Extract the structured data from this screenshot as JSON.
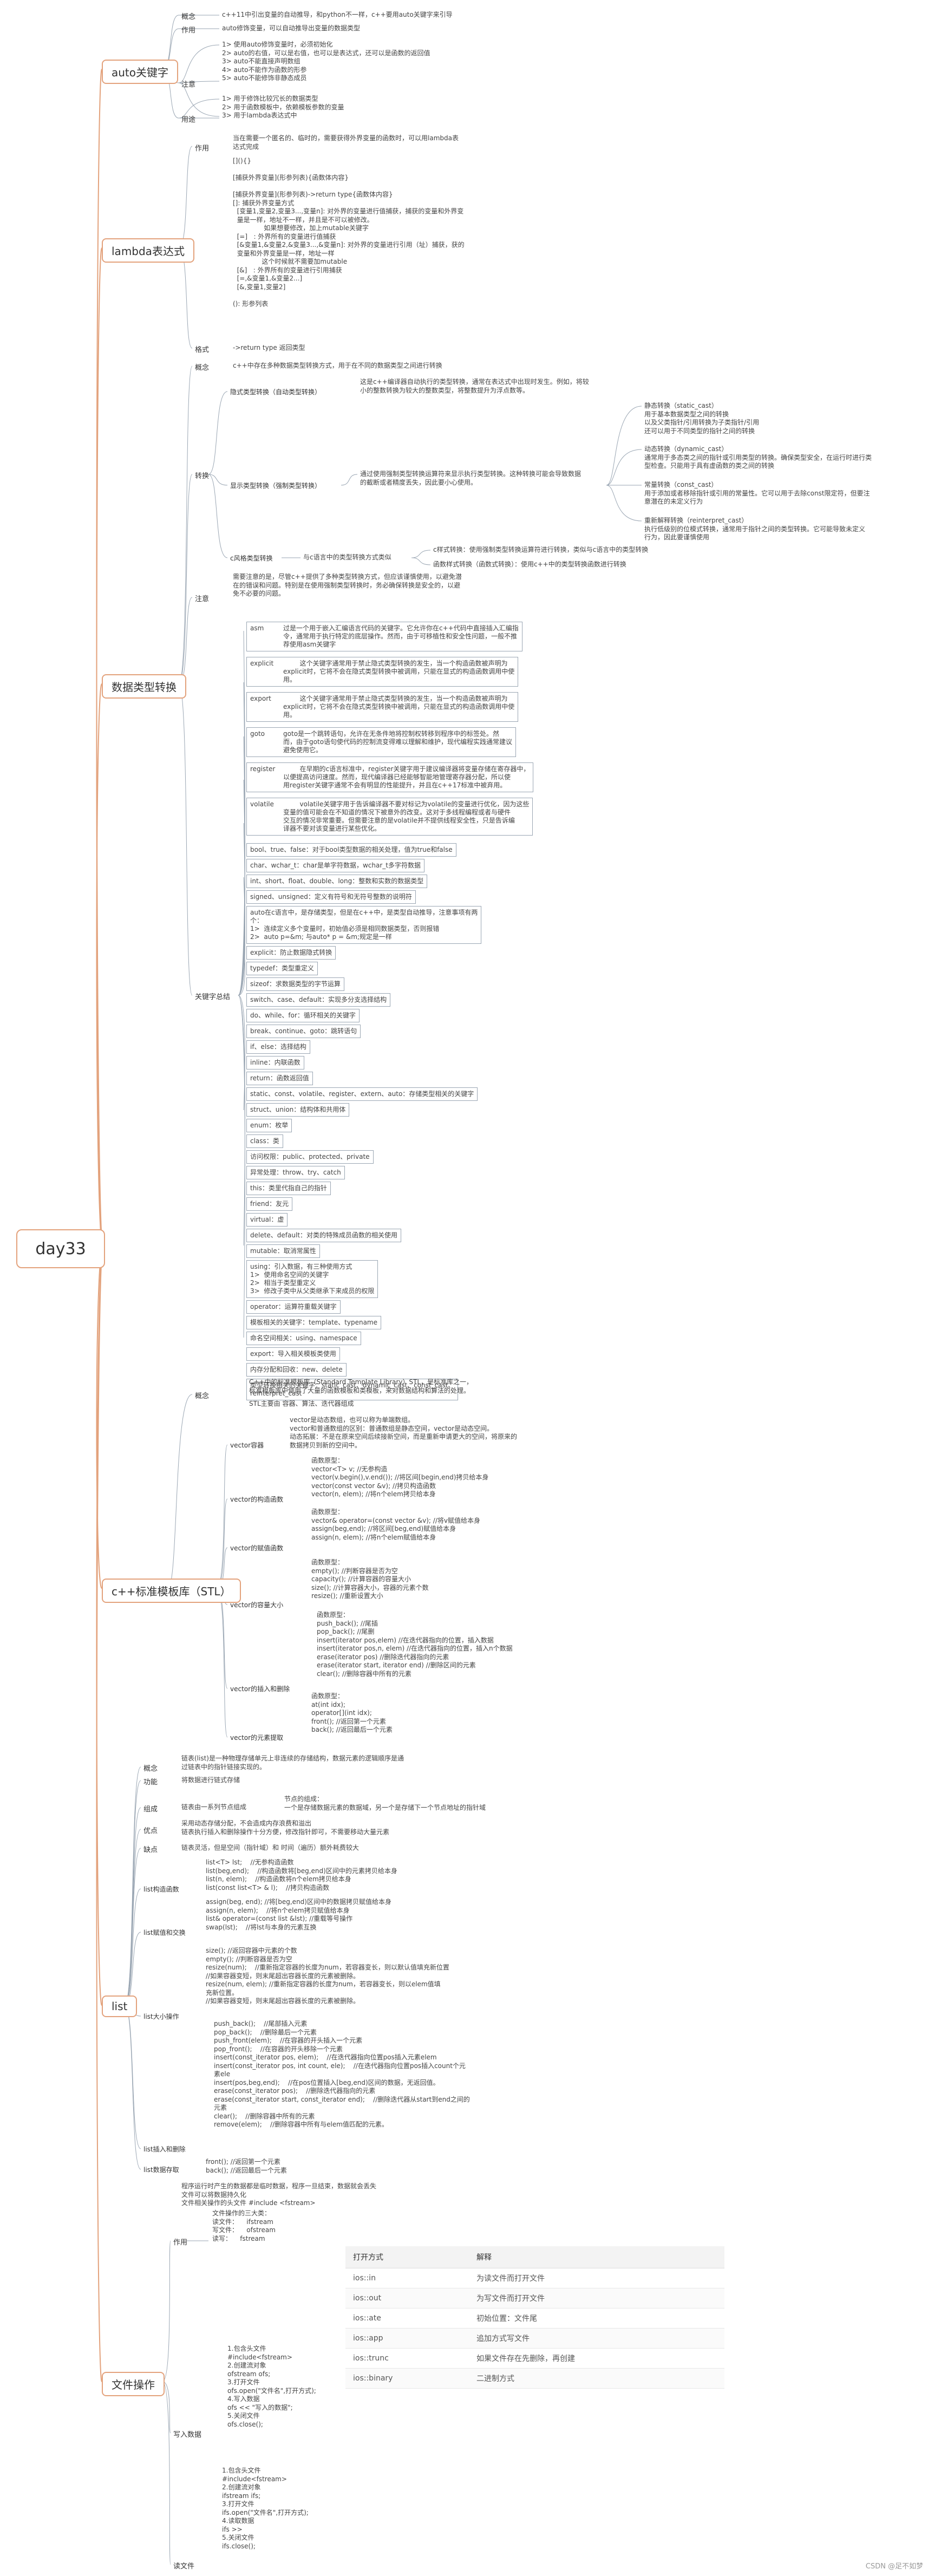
{
  "root": "day33",
  "topics": {
    "auto": "auto关键字",
    "lambda": "lambda表达式",
    "cast": "数据类型转换",
    "stl": "c++标准模板库（STL）",
    "list": "list",
    "file": "文件操作"
  },
  "auto": {
    "concept_label": "概念",
    "concept": "c++11中引出变量的自动推导，和python不一样，c++要用auto关键字来引导",
    "use_label": "作用",
    "use": "auto修饰变量，可以自动推导出变量的数据类型",
    "note_label": "注意",
    "note": "1> 使用auto修饰变量时，必须初始化\n2> auto的右值，可以是右值，也可以是表达式，还可以是函数的返回值\n3> auto不能直接声明数组\n4> auto不能作为函数的形参\n5> auto不能修饰非静态成员",
    "usage_label": "用途",
    "usage": "1> 用于修饰比较冗长的数据类型\n2> 用于函数模板中，依赖模板参数的变量\n3> 用于lambda表达式中"
  },
  "lambda": {
    "use_label": "作用",
    "use": "当在需要一个匿名的、临时的，需要获得外界变量的函数时，可以用lambda表\n达式完成",
    "syntax": "[](){}\n\n[捕获外界变量](形参列表){函数体内容}\n\n[捕获外界变量](形参列表)->return type{函数体内容}\n[]: 捕获外界变量方式\n  [变量1,变量2,变量3...,变量n]: 对外界的变量进行值捕获，捕获的变量和外界变\n  量是一样，地址不一样，并且是不可以被修改。\n               如果想要修改，加上mutable关键字\n  [=]   : 外界所有的变量进行值捕获\n  [&变量1,&变量2,&变量3...,&变量n]: 对外界的变量进行引用（址）捕获，获的\n  变量和外界变量是一样，地址一样\n              这个时候就不需要加mutable\n  [&]   : 外界所有的变量进行引用捕获\n  [=,&变量1,&变量2...]\n  [&,变量1,变量2]\n\n(): 形参列表",
    "format_label": "格式",
    "format": "->return type 返回类型"
  },
  "cast": {
    "concept_label": "概念",
    "concept": "c++中存在多种数据类型转换方式，用于在不同的数据类型之间进行转换",
    "convert_label": "转换",
    "implicit_label": "隐式类型转换（自动类型转换）",
    "implicit": "这是c++编译器自动执行的类型转换，通常在表达式中出现时发生。例如，将较\n小的整数转换为较大的整数类型，将整数提升为浮点数等。",
    "explicit_label": "显示类型转换（强制类型转换）",
    "explicit": "通过使用强制类型转换运算符来显示执行类型转换。这种转换可能会导致数据\n的截断或者精度丢失，因此要小心使用。",
    "static_cast": "静态转换（static_cast）\n用于基本数据类型之间的转换\n以及父类指针/引用转换为子类指针/引用\n还可以用于不同类型的指针之间的转换",
    "dynamic_cast": "动态转换（dynamic_cast）\n通常用于多态类之间的指针或引用类型的转换。确保类型安全，在运行时进行类\n型检查。只能用于具有虚函数的类之间的转换",
    "const_cast": "常量转换（const_cast）\n用于添加或者移除指针或引用的常量性。它可以用于去除const限定符，但要注\n意潜在的未定义行为",
    "reinterpret_cast": "重新解释转换（reinterpret_cast）\n执行低级别的位模式转换，通常用于指针之间的类型转换。它可能导致未定义\n行为，因此要谨慎使用",
    "cstyle_label": "c风格类型转换",
    "cstyle": "与c语言中的类型转换方式类似",
    "cstyle_a": "c样式转换：使用强制类型转换运算符进行转换，类似与c语言中的类型转换",
    "cstyle_b": "函数样式转换（函数式转换）：使用c++中的类型转换函数进行转换",
    "note_label": "注意",
    "note": "需要注意的是，尽管c++提供了多种类型转换方式，但应该谨慎使用，以避免潜\n在的错误和问题。特别是在使用强制类型转换时，务必确保转换是安全的，以避\n免不必要的问题。",
    "kw_label": "关键字总结",
    "kw_blocks": [
      "asm\t\t过是一个用于嵌入汇编语言代码的关键字。它允许你在c++代码中直接插入汇编指\n\t\t令，通常用于执行特定的底层操作。然而，由于可移植性和安全性问题，一般不推\n\t\t荐使用asm关键字",
      "explicit\t\t这个关键字通常用于禁止隐式类型转换的发生，当一个构造函数被声明为\n\t\texplicit时，它将不会在隐式类型转换中被调用，只能在显式的构造函数调用中使\n\t\t用。",
      "export\t\t这个关键字通常用于禁止隐式类型转换的发生，当一个构造函数被声明为\n\t\texplicit时，它将不会在隐式类型转换中被调用，只能在显式的构造函数调用中使\n\t\t用。",
      "goto\t\tgoto是一个跳转语句，允许在无条件地将控制权转移到程序中的标签处。然\n\t\t而，由于goto语句使代码的控制流变得难以理解和维护，现代编程实践通常建议\n\t\t避免使用它。",
      "register\t\t在早期的c语言标准中，register关键字用于建议编译器将变量存储在寄存器中，\n\t\t以便提高访问速度。然而，现代编译器已经能够智能地管理寄存器分配，所以使\n\t\t用register关键字通常不会有明显的性能提升，并且在c++17标准中被弃用。",
      "volatile\t\tvolatile关键字用于告诉编译器不要对标记为volatile的变量进行优化，因为这些\n\t\t变量的值可能会在不知道的情况下被意外的改变。这对于多线程编程或者与硬件\n\t\t交互的情况非常重要。但需要注意的是volatile并不提供线程安全性，只是告诉编\n\t\t译器不要对该变量进行某些优化。"
    ],
    "kw_lines": [
      "bool、true、false：对于bool类型数据的相关处理，值为true和false",
      "char、wchar_t：char是单字符数据，wchar_t多字符数据",
      "int、short、float、double、long：整数和实数的数据类型",
      "signed、unsigned：定义有符号和无符号整数的说明符",
      "auto在c语言中，是存储类型，但是在c++中，是类型自动推导，注意事项有两\n个：\n1>  连续定义多个变量时，初始值必须是相同数据类型，否则报错\n2>  auto p=&m; 与auto* p = &m;规定是一样",
      "explicit：防止数据隐式转换",
      "typedef：类型重定义",
      "sizeof：求数据类型的字节运算",
      "switch、case、default：实现多分支选择结构",
      "do、while、for：循环相关的关键字",
      "break、continue、goto：跳转语句",
      "if、else：选择结构",
      "inline：内联函数",
      "return：函数返回值",
      "static、const、volatile、register、extern、auto：存储类型相关的关键字",
      "struct、union：结构体和共用体",
      "enum：枚举",
      "class：类",
      "访问权限：public、protected、private",
      "异常处理：throw、try、catch",
      "this：类里代指自己的指针",
      "friend：友元",
      "virtual：虚",
      "delete、default：对类的特殊成员函数的相关使用",
      "mutable：取消常属性",
      "using：引入数据，有三种使用方式\n1>  使用命名空间的关键字\n2>  相当于类型重定义\n3>  修改子类中从父类继承下来成员的权限",
      "operator：运算符重载关键字",
      "模板相关的关键字：template、typename",
      "命名空间相关：using、namespace",
      "export：导入相关模板类使用",
      "内存分配和回收：new、delete",
      "类型转换相关的关键字：static_cast、dynamic_cast、const_cast、\nreinterpret_cast"
    ]
  },
  "stl": {
    "concept_label": "概念",
    "concept": "C++中的标准模板库（Standard Template Library）STL，是标准库之一，\n标准模板库中使用了大量的函数模板和类模板，来对数据结构和算法的处理。",
    "concept2": "STL主要由 容器、算法、迭代器组成",
    "vector_label": "vector容器",
    "vector": "vector是动态数组，也可以称为单端数组。\nvector和普通数组的区别：普通数组是静态空间，vector是动态空间。\n动态拓展：不是在原来空间后续接新空间，而是重新申请更大的空间，将原来的\n数据拷贝到新的空间中。",
    "ctor_label": "vector的构造函数",
    "ctor": "函数原型：\nvector<T> v; //无参构造\nvector(v.begin(),v.end()); //将区间[begin,end)拷贝给本身\nvector(const vector &v); //拷贝构造函数\nvector(n, elem); //将n个elem拷贝给本身",
    "assign_label": "vector的赋值函数",
    "assign": "函数原型：\nvector& operator=(const vector &v); //将v赋值给本身\nassign(beg,end); //将区间[beg,end)赋值给本身\nassign(n, elem); //将n个elem赋值给本身",
    "size_label": "vector的容量大小",
    "size": "函数原型：\nempty(); //判断容器是否为空\ncapacity(); //计算容器的容量大小\nsize(); //计算容器大小，容器的元素个数\nresize(); //重新设置大小",
    "insert_label": "vector的插入和删除",
    "insert": "函数原型：\npush_back(); //尾插\npop_back(); //尾删\ninsert(iterator pos,elem) //在迭代器指向的位置，插入数据\ninsert(iterator pos,n, elem) //在迭代器指向的位置，插入n个数据\nerase(iterator pos) //删除迭代器指向的元素\nerase(iterator start, iterator end) //删除区间的元素\nclear(); //删除容器中所有的元素",
    "access_label": "vector的元素提取",
    "access": "函数原型：\nat(int idx);\noperator[](int idx);\nfront(); //返回第一个元素\nback(); //返回最后一个元素"
  },
  "list": {
    "concept_label": "概念",
    "concept": "链表(list)是一种物理存储单元上非连续的存储结构，数据元素的逻辑顺序是通\n过链表中的指针链接实现的。",
    "func_label": "功能",
    "func": "将数据进行链式存储",
    "comp_label": "组成",
    "comp": "链表由一系列节点组成",
    "comp2": "节点的组成：\n一个是存储数据元素的数据域，另一个是存储下一个节点地址的指针域",
    "pro_label": "优点",
    "pro": "采用动态存储分配，不会造成内存浪费和溢出\n链表执行插入和删除操作十分方便，修改指针即可，不需要移动大量元素",
    "con_label": "缺点",
    "con": "链表灵活，但是空间（指针域）和 时间（遍历）额外耗费较大",
    "ctor_label": "list构造函数",
    "ctor": "list<T> lst;    //无参构造函数\nlist(beg,end);    //构造函数将[beg,end)区间中的元素拷贝给本身\nlist(n, elem);    //构造函数将n个elem拷贝给本身\nlist(const list<T> & l);    //拷贝构造函数",
    "assign_label": "list赋值和交换",
    "assign": "assign(beg, end); //将[beg,end)区间中的数据拷贝赋值给本身\nassign(n, elem);    //将n个elem拷贝赋值给本身\nlist& operator=(const list &lst); //重载等号操作\nswap(lst);    //将lst与本身的元素互换",
    "size_label": "list大小操作",
    "size": "size(); //返回容器中元素的个数\nempty(); //判断容器是否为空\nresize(num);    //重新指定容器的长度为num，若容器变长，则以默认值填充新位置\n//如果容器变短，则末尾超出容器长度的元素被删除。\nresize(num, elem); //重新指定容器的长度为num，若容器变长，则以elem值填\n充新位置。\n//如果容器变短，则末尾超出容器长度的元素被删除。",
    "insert_label": "list插入和删除",
    "insert": "push_back();    //尾部插入元素\npop_back();    //删除最后一个元素\npush_front(elem);    //在容器的开头插入一个元素\npop_front();    //在容器的开头移除一个元素\ninsert(const_iterator pos, elem);    //在迭代器指向位置pos插入元素elem\ninsert(const_iterator pos, int count, ele);    //在迭代器指向位置pos插入count个元\n素ele\ninsert(pos,beg,end);    //在pos位置插入[beg,end)区间的数据，无返回值。\nerase(const_iterator pos);    //删除迭代器指向的元素\nerase(const_iterator start, const_iterator end);    //删除迭代器从start到end之间的\n元素\nclear();    //删除容器中所有的元素\nremove(elem);    //删除容器中所有与elem值匹配的元素。",
    "access_label": "list数据存取",
    "access": "front(); //返回第一个元素\nback(); //返回最后一个元素"
  },
  "file": {
    "intro": "程序运行时产生的数据都是临时数据，程序一旦结束，数据就会丢失\n文件可以将数据持久化\n文件相关操作的头文件 #include <fstream>",
    "use_label": "作用",
    "use": "文件操作的三大类：\n读文件：    ifstream\n写文件：    ofstream\n读写：    fstream",
    "table_head": [
      "打开方式",
      "解释"
    ],
    "table_rows": [
      [
        "ios::in",
        "为读文件而打开文件"
      ],
      [
        "ios::out",
        "为写文件而打开文件"
      ],
      [
        "ios::ate",
        "初始位置：文件尾"
      ],
      [
        "ios::app",
        "追加方式写文件"
      ],
      [
        "ios::trunc",
        "如果文件存在先删除，再创建"
      ],
      [
        "ios::binary",
        "二进制方式"
      ]
    ],
    "write_label": "写入数据",
    "write": "1.包含头文件\n#include<fstream>\n2.创建流对象\nofstream ofs;\n3.打开文件\nofs.open(\"文件名\",打开方式);\n4.写入数据\nofs << \"写入的数据\";\n5.关闭文件\nofs.close();",
    "read_label": "读文件",
    "read": "1.包含头文件\n#include<fstream>\n2.创建流对象\nifstream ifs;\n3.打开文件\nifs.open(\"文件名\",打开方式);\n4.读取数据\nifs >>\n5.关闭文件\nifs.close();"
  },
  "watermark": "CSDN @足不如梦",
  "colors": {
    "branch": "#e3a27c",
    "line": "#9aa6b3",
    "text": "#333333"
  }
}
